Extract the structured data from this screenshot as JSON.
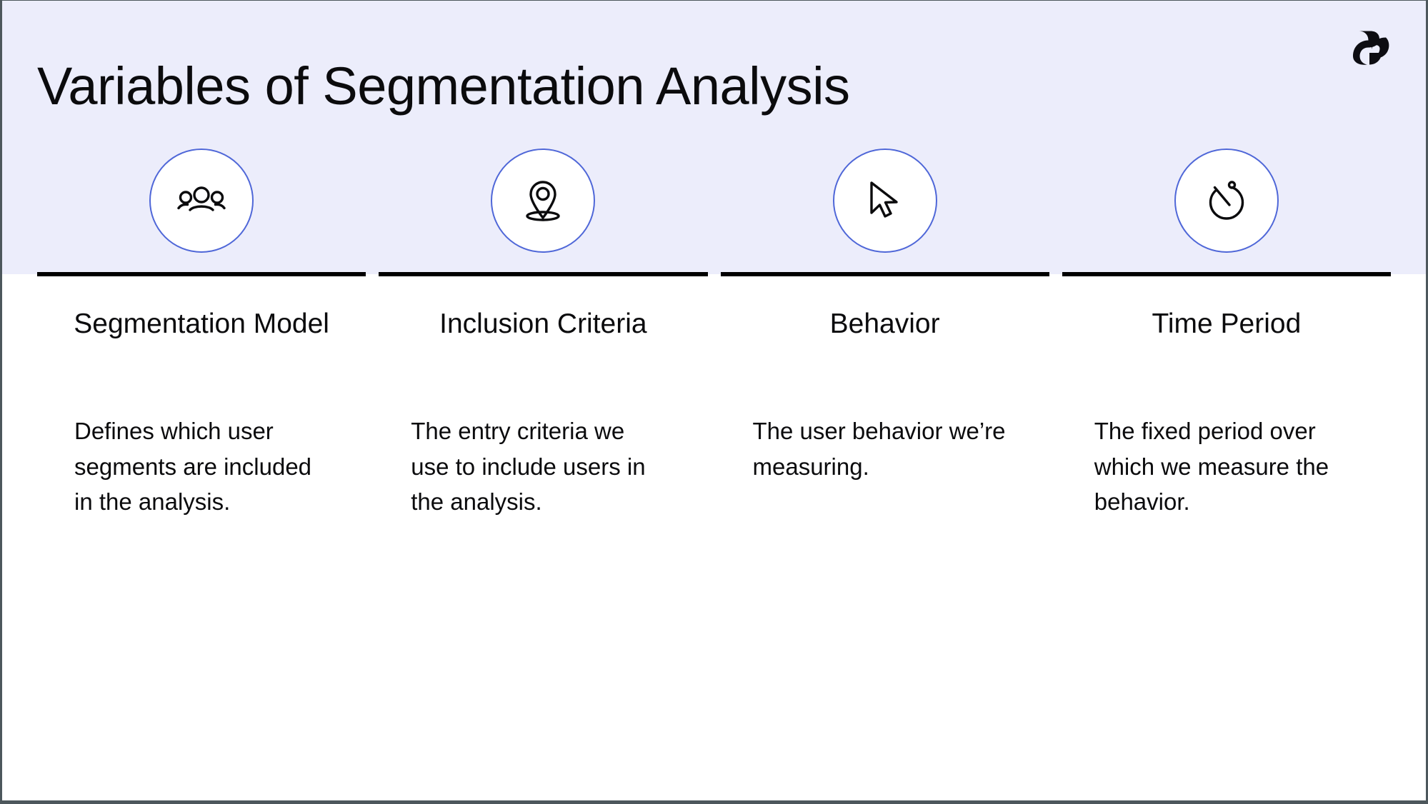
{
  "header": {
    "title": "Variables of Segmentation Analysis",
    "background_color": "#ECEDFB",
    "logo_name": "brand-logo"
  },
  "theme": {
    "accent_color": "#4F67D8",
    "text_color": "#0B0B0D",
    "rule_color": "#000000",
    "frame_color": "#4D575C",
    "card_background": "#FFFFFF"
  },
  "columns": [
    {
      "icon": "users-group-icon",
      "title": "Segmentation Model",
      "body": "Defines which user segments are included in the analysis."
    },
    {
      "icon": "location-pin-icon",
      "title": "Inclusion Criteria",
      "body": "The entry criteria we use to include users in the analysis."
    },
    {
      "icon": "cursor-pointer-icon",
      "title": "Behavior",
      "body": "The user behavior we’re measuring."
    },
    {
      "icon": "stopwatch-timer-icon",
      "title": "Time Period",
      "body": "The fixed period over which we measure the behavior."
    }
  ]
}
